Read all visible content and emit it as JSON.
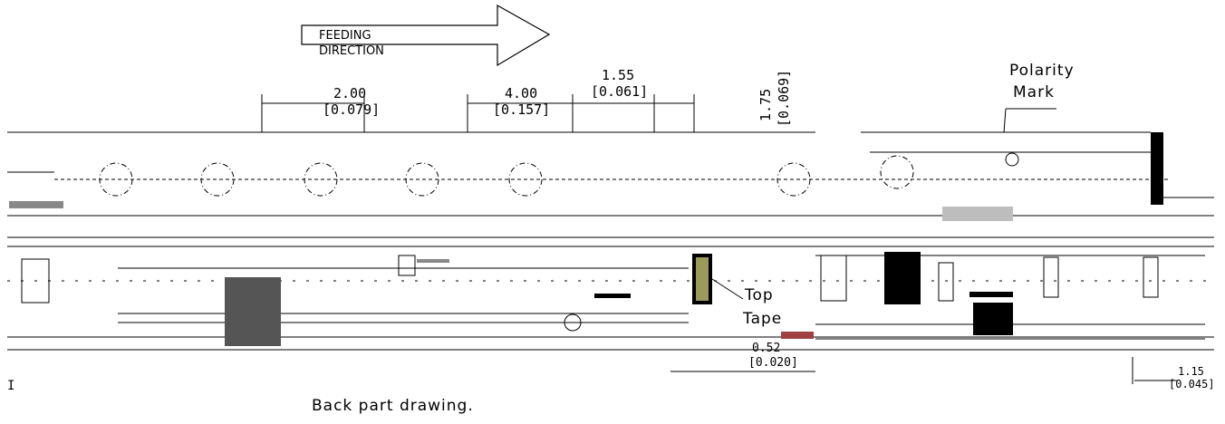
{
  "feeding": {
    "line1": "FEEDING",
    "line2": "DIRECTION"
  },
  "dims": {
    "pitch_small_mm": "2.00",
    "pitch_small_in": "[0.079]",
    "pitch_large_mm": "4.00",
    "pitch_large_in": "[0.157]",
    "hole_dia_mm": "1.55",
    "hole_dia_in": "[0.061]",
    "edge_mm": "1.75",
    "edge_in": "[0.069]",
    "thick_mm": "0.52",
    "thick_in": "[0.020]",
    "right_mm": "1.15",
    "right_in": "[0.045]"
  },
  "labels": {
    "polarity_line1": "Polarity",
    "polarity_line2": "Mark",
    "top_tape_line1": "Top",
    "top_tape_line2": "Tape",
    "caption": "Back part drawing."
  }
}
